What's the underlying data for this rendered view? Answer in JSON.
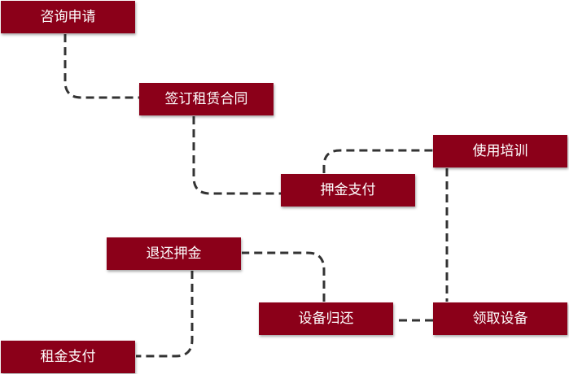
{
  "diagram": {
    "nodes": [
      {
        "id": "consult",
        "label": "咨询申请"
      },
      {
        "id": "contract",
        "label": "签订租赁合同"
      },
      {
        "id": "deposit",
        "label": "押金支付"
      },
      {
        "id": "training",
        "label": "使用培训"
      },
      {
        "id": "receive",
        "label": "领取设备"
      },
      {
        "id": "returndev",
        "label": "设备归还"
      },
      {
        "id": "refund",
        "label": "退还押金"
      },
      {
        "id": "rent",
        "label": "租金支付"
      }
    ],
    "edges": [
      {
        "from": "consult",
        "to": "contract"
      },
      {
        "from": "contract",
        "to": "deposit"
      },
      {
        "from": "deposit",
        "to": "training"
      },
      {
        "from": "training",
        "to": "receive"
      },
      {
        "from": "receive",
        "to": "returndev"
      },
      {
        "from": "returndev",
        "to": "refund"
      },
      {
        "from": "refund",
        "to": "rent"
      }
    ],
    "colors": {
      "node_fill": "#8b0019",
      "node_text": "#ffffff",
      "connector": "#333333",
      "background": "#ffffff"
    }
  }
}
